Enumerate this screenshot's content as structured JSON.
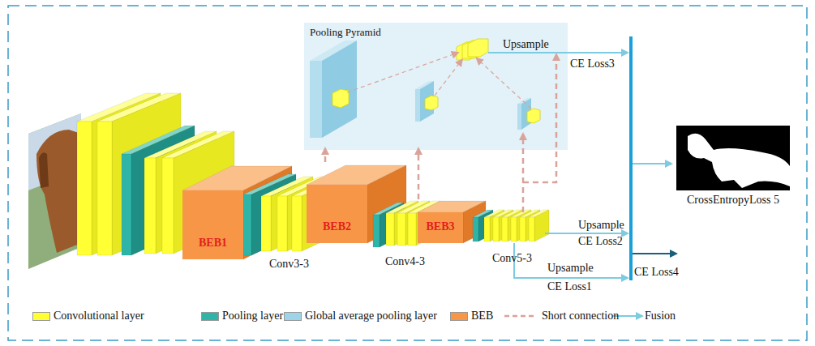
{
  "diagram": {
    "nodes": [
      {
        "text": [
          "Pooling Pyramid"
        ]
      },
      {
        "text": [
          "BEB1"
        ]
      },
      {
        "text": [
          "BEB2"
        ]
      },
      {
        "text": [
          "BEB3"
        ]
      },
      {
        "text": [
          "CrossEntropyLoss 5"
        ]
      }
    ],
    "labels": [
      "Conv3-3",
      "Conv4-3",
      "Conv5-3",
      "Upsample",
      "CE Loss3",
      "Upsample",
      "CE Loss2",
      "Upsample",
      "CE Loss1",
      "CE Loss4"
    ],
    "legend": [
      {
        "text": "Convolutional layer",
        "color": "#ffff33"
      },
      {
        "text": "Pooling layer",
        "color": "#2fb5a8"
      },
      {
        "text": "Global average pooling layer",
        "color": "#9fd4e8"
      },
      {
        "text": "BEB",
        "color": "#f79646"
      },
      {
        "text": "Short connection"
      },
      {
        "text": "Fusion"
      }
    ]
  }
}
